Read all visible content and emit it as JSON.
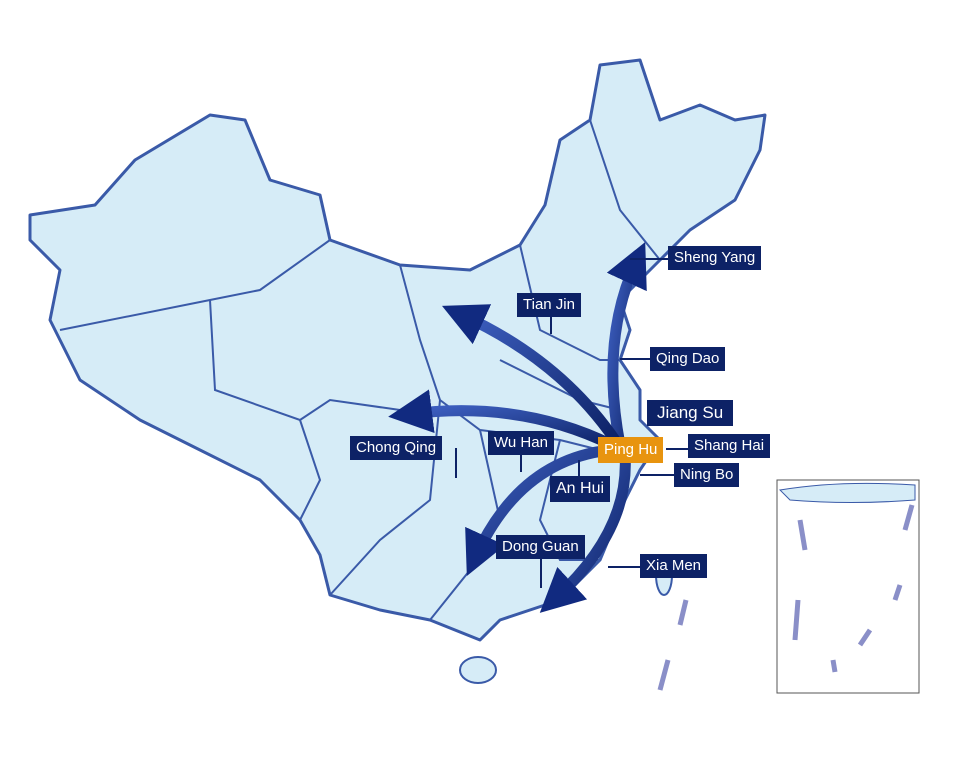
{
  "map": {
    "origin": {
      "name": "Ping Hu",
      "color": "#e8940f"
    },
    "destinations": [
      {
        "id": "sheng-yang",
        "name": "Sheng Yang"
      },
      {
        "id": "tian-jin",
        "name": "Tian Jin"
      },
      {
        "id": "qing-dao",
        "name": "Qing Dao"
      },
      {
        "id": "jiang-su",
        "name": "Jiang Su"
      },
      {
        "id": "shang-hai",
        "name": "Shang Hai"
      },
      {
        "id": "ning-bo",
        "name": "Ning Bo"
      },
      {
        "id": "chong-qing",
        "name": "Chong Qing"
      },
      {
        "id": "wu-han",
        "name": "Wu Han"
      },
      {
        "id": "an-hui",
        "name": "An Hui"
      },
      {
        "id": "dong-guan",
        "name": "Dong Guan"
      },
      {
        "id": "xia-men",
        "name": "Xia Men"
      }
    ],
    "colors": {
      "land": "#d6ecf7",
      "border": "#3a5aa8",
      "label_bg": "#0d2266",
      "arrow": "#112a80"
    }
  }
}
